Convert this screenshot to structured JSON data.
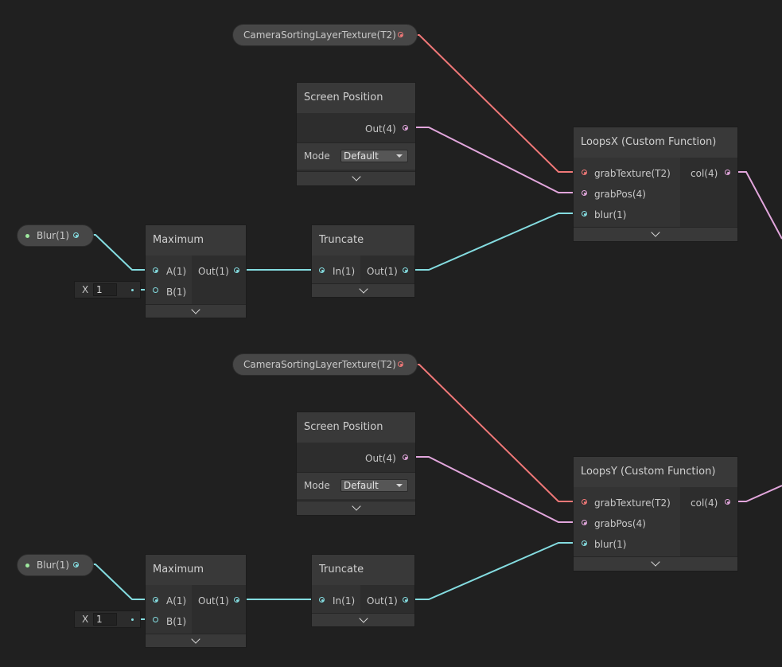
{
  "colors": {
    "texture": "#f07878",
    "vector4": "#e2a6dc",
    "float": "#84dce0",
    "property_dot": "#9ee89e",
    "background": "#202020"
  },
  "groups": [
    {
      "texture_property": {
        "label": "CameraSortingLayerTexture(T2)"
      },
      "screen_position": {
        "title": "Screen Position",
        "out_label": "Out(4)",
        "mode_label": "Mode",
        "mode_value": "Default"
      },
      "blur_property": {
        "label": "Blur(1)"
      },
      "maximum": {
        "title": "Maximum",
        "a_label": "A(1)",
        "b_label": "B(1)",
        "out_label": "Out(1)"
      },
      "x_field": {
        "label": "X",
        "value": "1"
      },
      "truncate": {
        "title": "Truncate",
        "in_label": "In(1)",
        "out_label": "Out(1)"
      },
      "custom_function": {
        "title": "LoopsX (Custom Function)",
        "in1": "grabTexture(T2)",
        "in2": "grabPos(4)",
        "in3": "blur(1)",
        "out_label": "col(4)"
      }
    },
    {
      "texture_property": {
        "label": "CameraSortingLayerTexture(T2)"
      },
      "screen_position": {
        "title": "Screen Position",
        "out_label": "Out(4)",
        "mode_label": "Mode",
        "mode_value": "Default"
      },
      "blur_property": {
        "label": "Blur(1)"
      },
      "maximum": {
        "title": "Maximum",
        "a_label": "A(1)",
        "b_label": "B(1)",
        "out_label": "Out(1)"
      },
      "x_field": {
        "label": "X",
        "value": "1"
      },
      "truncate": {
        "title": "Truncate",
        "in_label": "In(1)",
        "out_label": "Out(1)"
      },
      "custom_function": {
        "title": "LoopsY (Custom Function)",
        "in1": "grabTexture(T2)",
        "in2": "grabPos(4)",
        "in3": "blur(1)",
        "out_label": "col(4)"
      }
    }
  ]
}
